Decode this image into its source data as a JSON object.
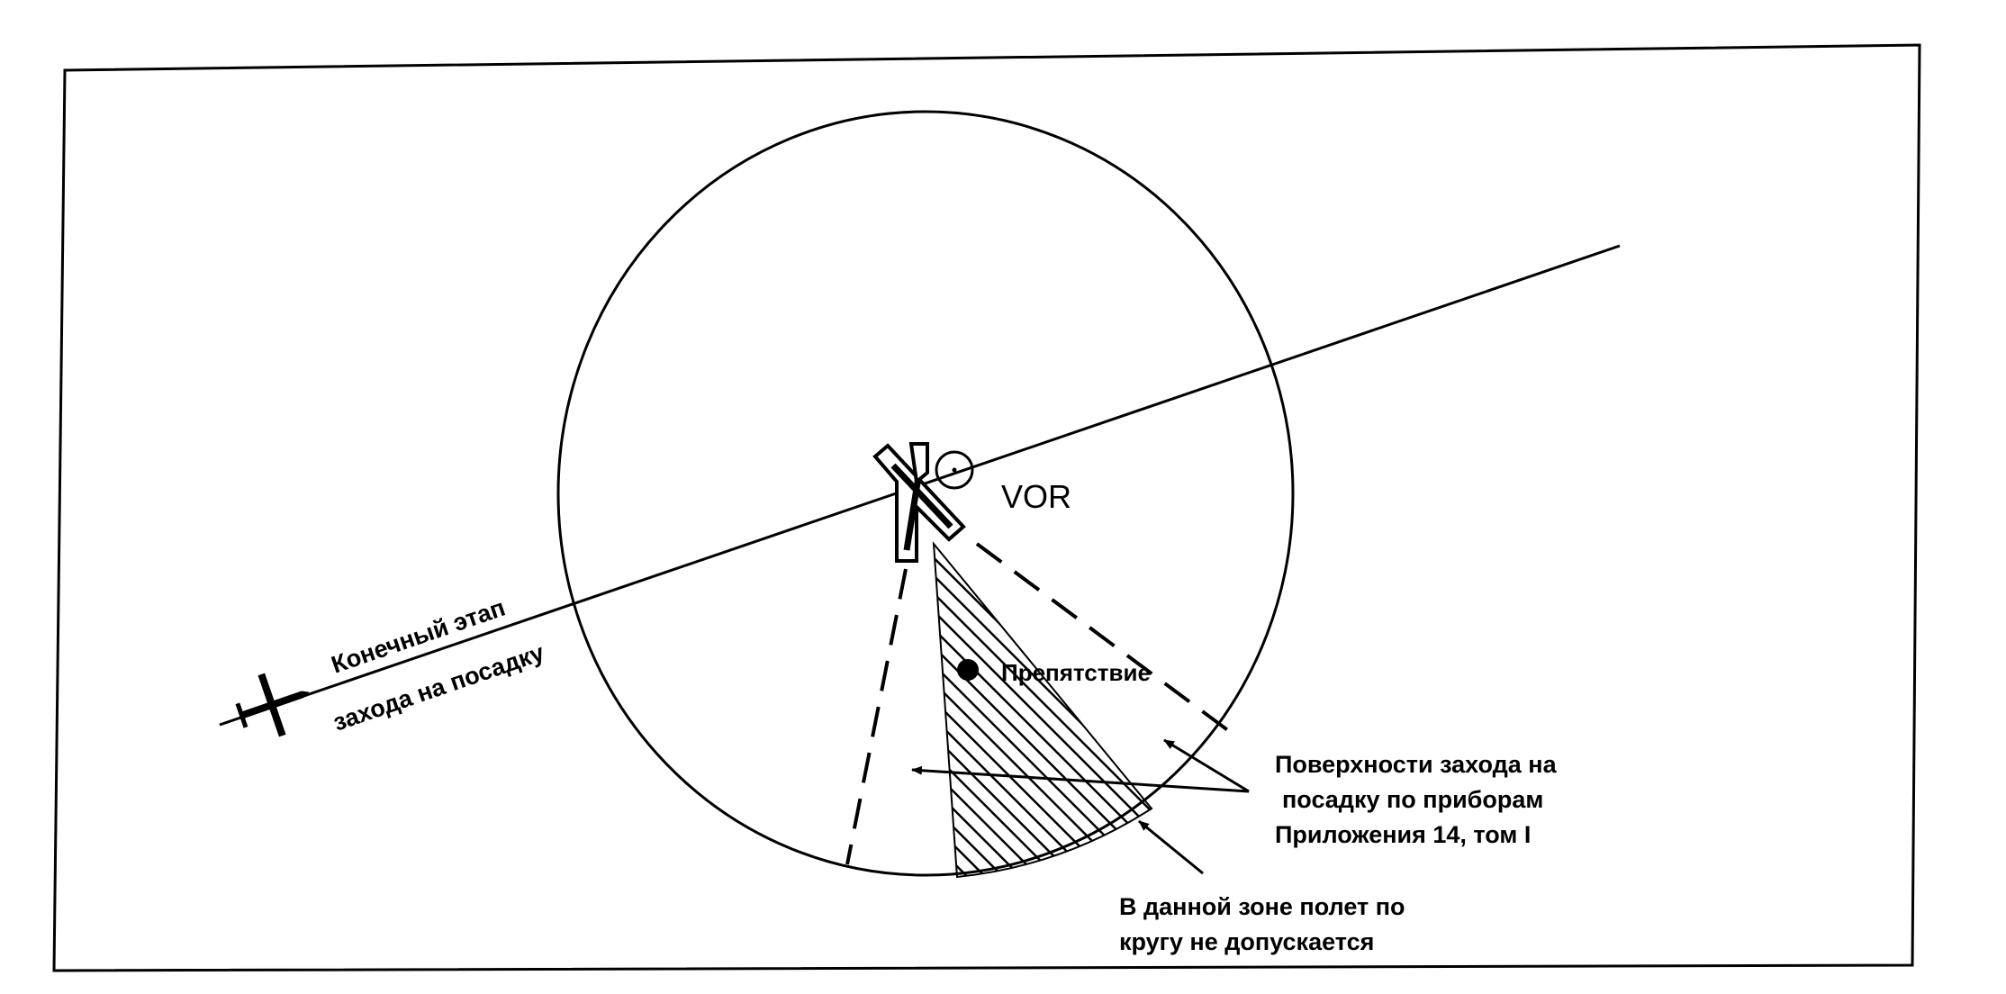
{
  "diagram": {
    "vor_label": "VOR",
    "obstacle_label": "Препятствие",
    "final_approach_label": [
      "Конечный этап",
      "захода на посадку"
    ],
    "approach_surfaces_label": [
      "Поверхности захода на",
      "посадку по приборам",
      "Приложения 14, том I"
    ],
    "no_circling_label": [
      "В данной зоне полет по",
      "кругу не допускается"
    ]
  }
}
